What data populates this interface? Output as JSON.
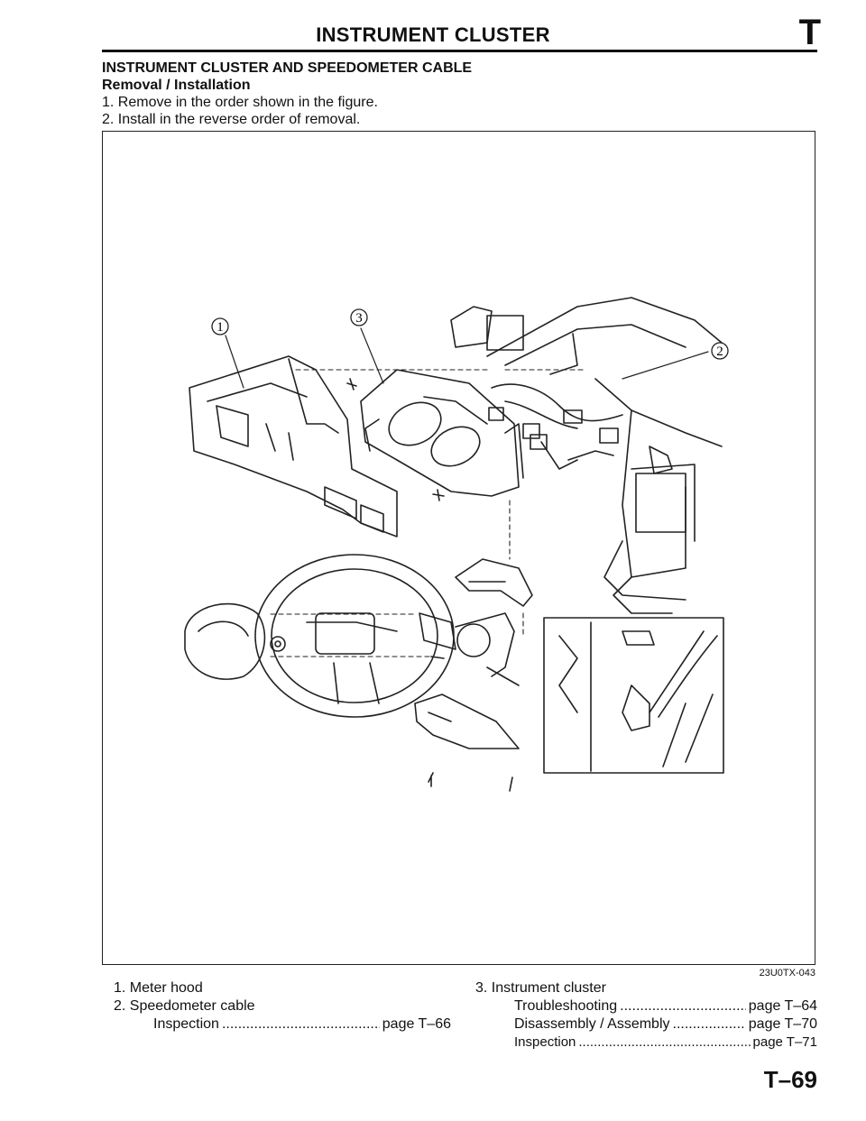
{
  "header": {
    "title": "INSTRUMENT CLUSTER",
    "section_letter": "T"
  },
  "section": {
    "title": "INSTRUMENT CLUSTER AND SPEEDOMETER CABLE",
    "subtitle": "Removal / Installation",
    "steps": [
      "1. Remove in the order shown in the figure.",
      "2. Install in the reverse order of removal."
    ]
  },
  "figure": {
    "code": "23U0TX-043",
    "callouts": [
      "1",
      "2",
      "3"
    ]
  },
  "legend": {
    "item1": "1. Meter hood",
    "item2": "2. Speedometer cable",
    "item2_inspection": "Inspection",
    "item2_inspection_page": "page T–66",
    "item3": "3. Instrument cluster",
    "item3_troubleshooting": "Troubleshooting",
    "item3_troubleshooting_page": "page T–64",
    "item3_disassembly": "Disassembly / Assembly",
    "item3_disassembly_page": "page T–70",
    "item3_inspection": "Inspection",
    "item3_inspection_page": "page T–71"
  },
  "footer": {
    "page_number": "T–69"
  }
}
